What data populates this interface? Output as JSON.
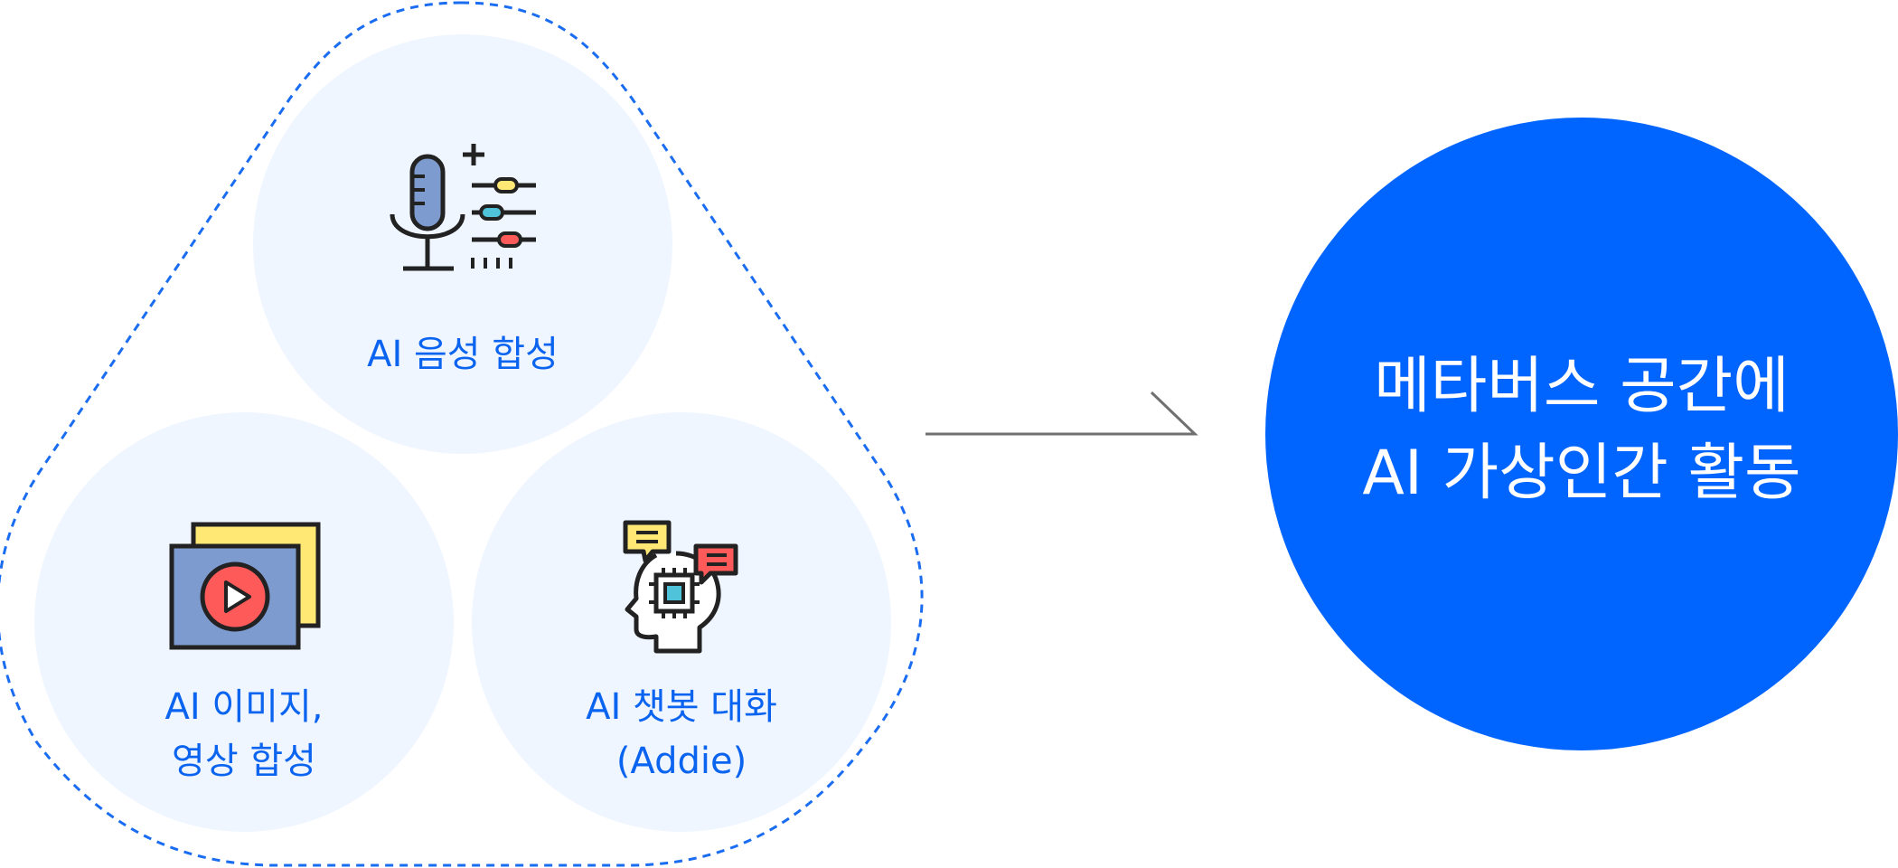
{
  "features": {
    "voice": {
      "label": "AI 음성 합성",
      "icon": "microphone-mixer-icon"
    },
    "image": {
      "label_line1": "AI 이미지,",
      "label_line2": "영상 합성",
      "icon": "video-play-icon"
    },
    "chatbot": {
      "label_line1": "AI 챗봇 대화",
      "label_line2": "(Addie)",
      "icon": "ai-head-chat-icon"
    }
  },
  "result": {
    "line1": "메타버스 공간에",
    "line2": "AI 가상인간 활동"
  },
  "colors": {
    "accent_blue": "#0064ff",
    "label_blue": "#0a64f0",
    "circle_fill": "#f0f6ff",
    "dash_blue": "#1a6df0",
    "arrow_gray": "#707070"
  }
}
